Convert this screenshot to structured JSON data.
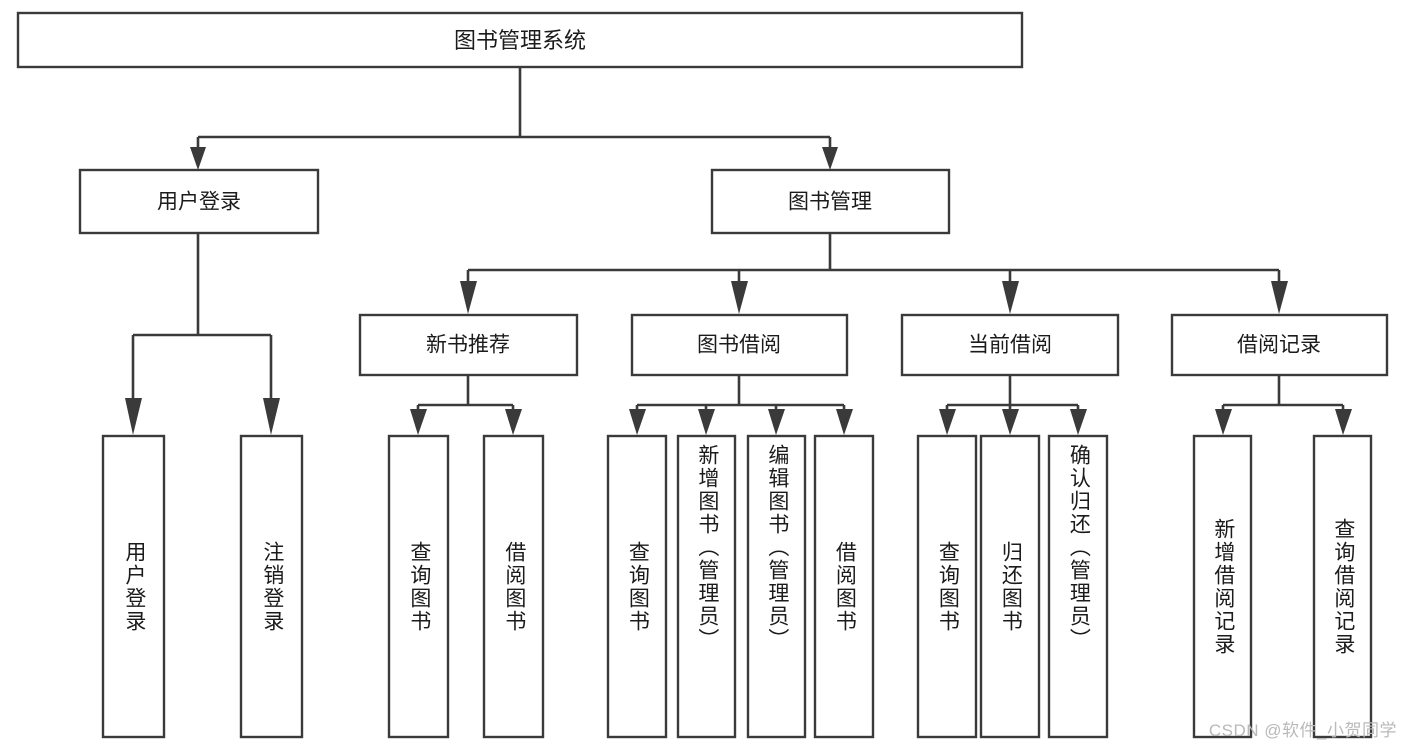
{
  "diagram": {
    "type": "tree-hierarchy",
    "title": "图书管理系统",
    "root": {
      "id": "root",
      "label": "图书管理系统",
      "orientation": "horizontal"
    },
    "level2": [
      {
        "id": "user-login",
        "label": "用户登录",
        "orientation": "horizontal"
      },
      {
        "id": "book-management",
        "label": "图书管理",
        "orientation": "horizontal"
      }
    ],
    "level3": [
      {
        "id": "new-book-recommend",
        "label": "新书推荐",
        "orientation": "horizontal",
        "parent": "book-management"
      },
      {
        "id": "book-borrow",
        "label": "图书借阅",
        "orientation": "horizontal",
        "parent": "book-management"
      },
      {
        "id": "current-borrow",
        "label": "当前借阅",
        "orientation": "horizontal",
        "parent": "book-management"
      },
      {
        "id": "borrow-record",
        "label": "借阅记录",
        "orientation": "horizontal",
        "parent": "book-management"
      }
    ],
    "leaves": [
      {
        "id": "leaf-user-login",
        "label": "用户登录",
        "parent": "user-login",
        "orientation": "vertical"
      },
      {
        "id": "leaf-user-logout",
        "label": "注销登录",
        "parent": "user-login",
        "orientation": "vertical"
      },
      {
        "id": "leaf-query-book-1",
        "label": "查询图书",
        "parent": "new-book-recommend",
        "orientation": "vertical"
      },
      {
        "id": "leaf-borrow-book-1",
        "label": "借阅图书",
        "parent": "new-book-recommend",
        "orientation": "vertical"
      },
      {
        "id": "leaf-query-book-2",
        "label": "查询图书",
        "parent": "book-borrow",
        "orientation": "vertical"
      },
      {
        "id": "leaf-add-book",
        "label": "新增图书（管理员）",
        "parent": "book-borrow",
        "orientation": "vertical"
      },
      {
        "id": "leaf-edit-book",
        "label": "编辑图书（管理员）",
        "parent": "book-borrow",
        "orientation": "vertical"
      },
      {
        "id": "leaf-borrow-book-2",
        "label": "借阅图书",
        "parent": "book-borrow",
        "orientation": "vertical"
      },
      {
        "id": "leaf-query-book-3",
        "label": "查询图书",
        "parent": "current-borrow",
        "orientation": "vertical"
      },
      {
        "id": "leaf-return-book",
        "label": "归还图书",
        "parent": "current-borrow",
        "orientation": "vertical"
      },
      {
        "id": "leaf-confirm-return",
        "label": "确认归还（管理员）",
        "parent": "current-borrow",
        "orientation": "vertical"
      },
      {
        "id": "leaf-add-record",
        "label": "新增借阅记录",
        "parent": "borrow-record",
        "orientation": "vertical"
      },
      {
        "id": "leaf-query-record",
        "label": "查询借阅记录",
        "parent": "borrow-record",
        "orientation": "vertical"
      }
    ],
    "colors": {
      "box_stroke": "#3a3a3a",
      "box_fill": "#ffffff",
      "connector": "#3a3a3a",
      "text": "#1b1b1b",
      "background": "#ffffff",
      "watermark": "#b9b9b9"
    }
  },
  "watermark": {
    "text": "CSDN @软件_小贺同学"
  }
}
